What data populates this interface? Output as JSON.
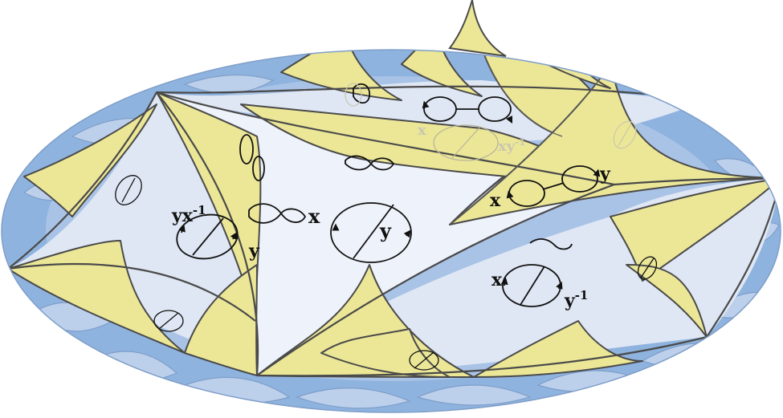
{
  "colors": {
    "disk_outer": "#8fb3df",
    "disk_mid": "#a9c3e6",
    "region_light": "#dfe7f4",
    "region_white": "#eef2fa",
    "tile_yellow": "#ece797",
    "outline": "#4a4a4a",
    "curve": "#111111"
  },
  "labels": {
    "center_x": "x",
    "center_y": "y",
    "left_yx_base": "yx",
    "left_yx_exp": "-1",
    "left_y": "y",
    "right_upper_x": "x",
    "right_upper_y": "y",
    "right_lower_x": "x",
    "right_lower_y_base": "y",
    "right_lower_y_exp": "-1",
    "top_faint_x": "x",
    "top_faint_xy": "xy",
    "top_faint_exp": "-1"
  }
}
